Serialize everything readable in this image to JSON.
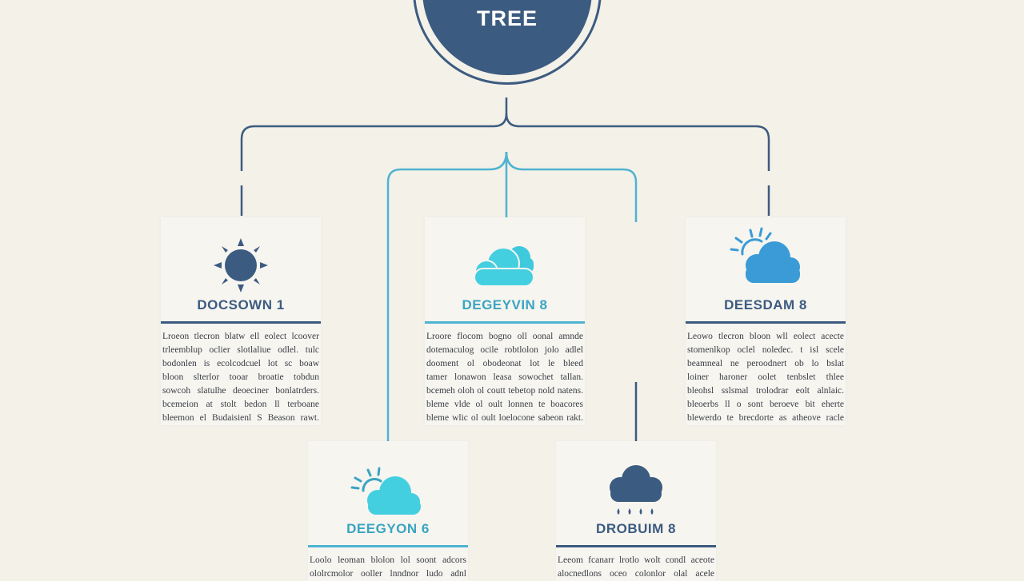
{
  "root": {
    "title": "TREE"
  },
  "colors": {
    "dark": "#3c5b80",
    "light": "#4fb3d1",
    "accent": "#3a9bd6",
    "background": "#f3f1e8"
  },
  "nodes": [
    {
      "title": "DOCSOWN 1",
      "icon": "sun-icon",
      "theme": "dark",
      "lines": [
        "Lroeon tlecron blatw ell eolect lcoover",
        "trleemblup oclier slotlaliue odlel. tulc",
        "bodonlen is ecolcodcuel lot sc boaw",
        "bloon slterlor tooar broatie tobdun",
        "sowcoh slatulhe deoeciner bonlatrders.",
        "bcemeion at stolt bedon ll terboane",
        "bleemon el Budaisienl S Beason rawt."
      ]
    },
    {
      "title": "DEGEYVIN 8",
      "icon": "cloud-icon",
      "theme": "light",
      "lines": [
        "Lroore flocom bogno oll oonal amnde",
        "dotemaculog ocile robtlolon jolo adlel",
        "dooment ol obodeonat lot le bleed",
        "tamer lonawon leasa sowochet tallan.",
        "bcemeh oloh ol coutt tebetop nold natens.",
        "bleme vlde ol oult lonnen te boacores",
        "bleme wlic ol oult loelocone sabeon rakt."
      ]
    },
    {
      "title": "DEESDAM 8",
      "icon": "partly-cloudy-icon",
      "theme": "dark",
      "lines": [
        "Leowo tlecron bloon wll eolect acecte",
        "stomenlkop oclel noledec. t isl scele",
        "beamneal ne peroodnert ob lo bslat",
        "loiner haroner oolet tenbslet thlee",
        "bleohsl sslsmal trolodrar eolt alnlaic.",
        "bleoerbs ll o sont beroeve bit eherte",
        "blewerdo te brecdorte as atheove racle"
      ]
    },
    {
      "title": "DEEGYON 6",
      "icon": "sun-cloud-icon",
      "theme": "light",
      "lines": [
        "Loolo leoman blolon lol soont adcors",
        "ololrcmolor ooller lnndnor ludo adnl"
      ]
    },
    {
      "title": "DROBUIM 8",
      "icon": "rain-cloud-icon",
      "theme": "dark",
      "lines": [
        "Leeom fcanarr lrotlo wolt condl aceote",
        "alocnedlons oceo colonlor olal acele"
      ]
    }
  ]
}
